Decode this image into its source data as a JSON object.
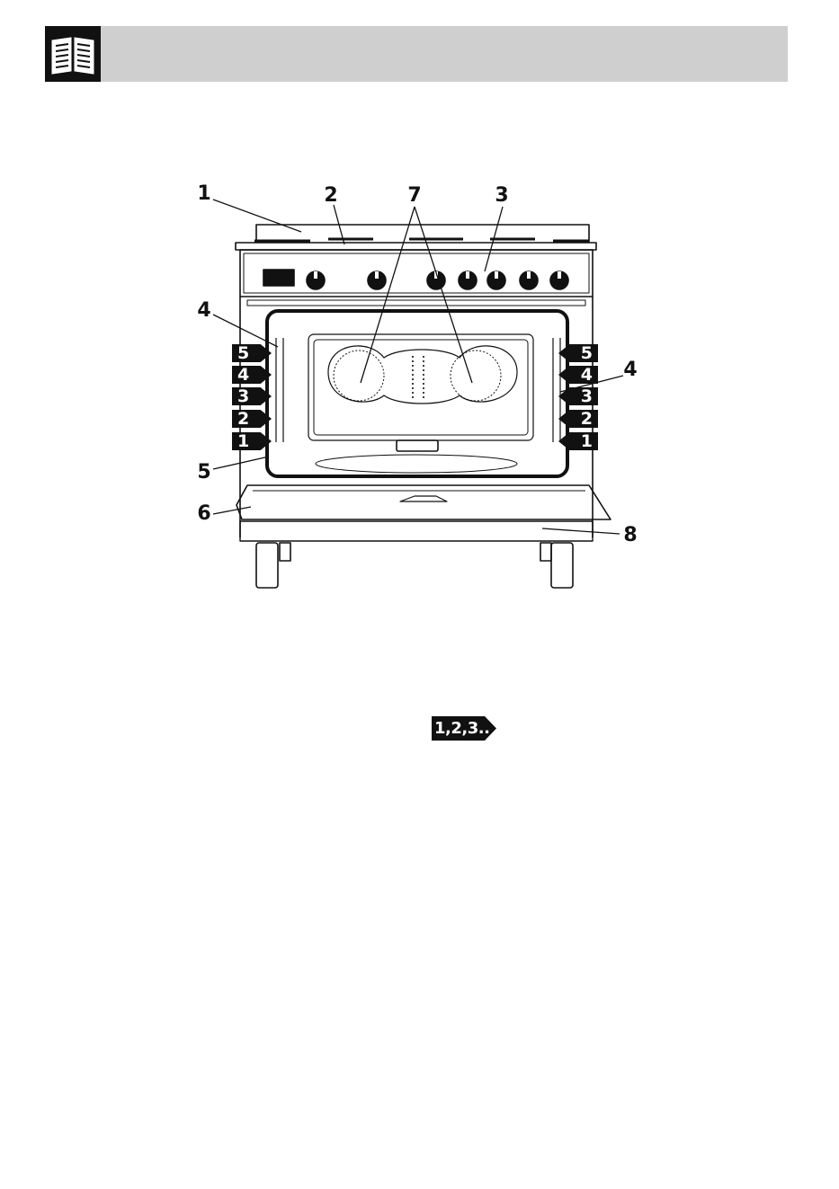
{
  "header": {
    "icon": "open-book-icon"
  },
  "figure": {
    "icons": [
      "stand-cooker-diagram-icon"
    ],
    "callouts": {
      "c1": "1",
      "c2": "2",
      "c7": "7",
      "c3": "3",
      "c4_left": "4",
      "c4_right": "4",
      "c5": "5",
      "c6": "6",
      "c8": "8"
    },
    "rack_levels_left": [
      "5",
      "4",
      "3",
      "2",
      "1"
    ],
    "rack_levels_right": [
      "5",
      "4",
      "3",
      "2",
      "1"
    ],
    "colors": {
      "line": "#111111",
      "header": "#cfcfcf"
    }
  },
  "sequence_badge": {
    "label": "1,2,3..",
    "icon": "sequence-arrow-icon"
  }
}
